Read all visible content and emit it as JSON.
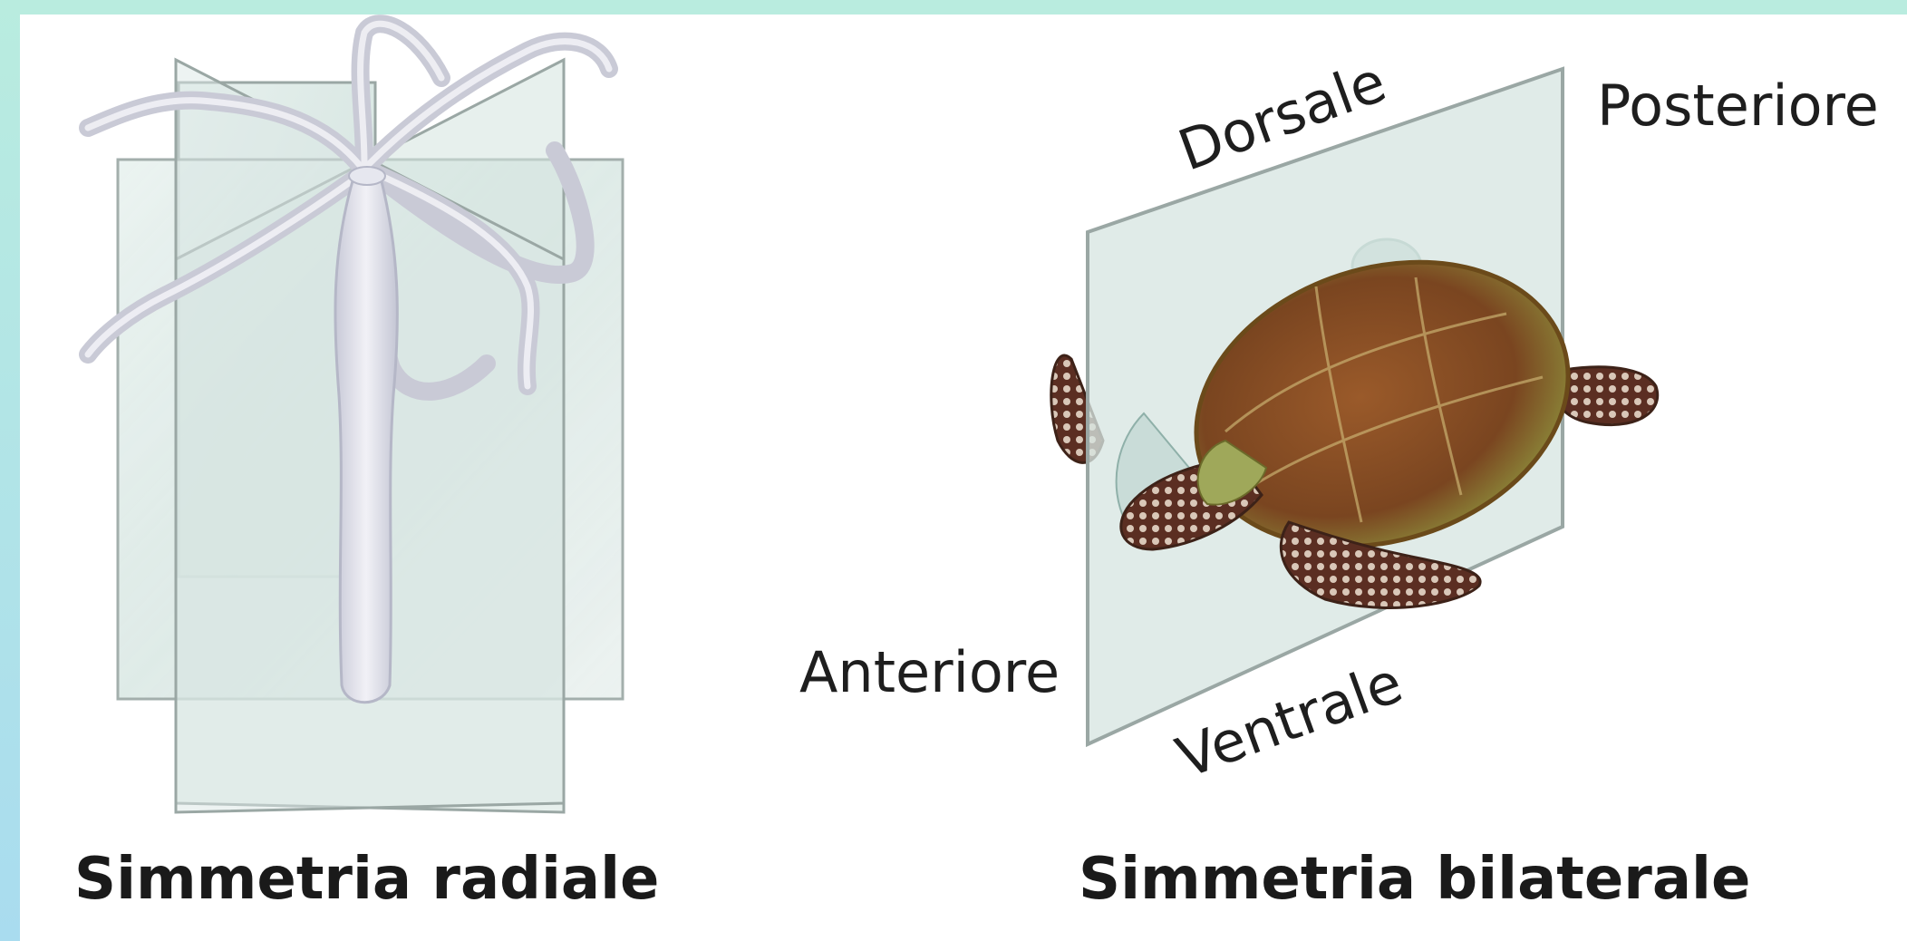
{
  "radial": {
    "caption": "Simmetria radiale"
  },
  "bilateral": {
    "caption": "Simmetria bilaterale",
    "labels": {
      "dorsal": "Dorsale",
      "posterior": "Posteriore",
      "anterior": "Anteriore",
      "ventral": "Ventrale"
    }
  },
  "colors": {
    "plane_fill": "#d7e6e2",
    "plane_edge": "#9aa7a4",
    "hydra_body": "#dcdde7",
    "shell": "#7a4a22",
    "skin": "#5e3a2a"
  }
}
